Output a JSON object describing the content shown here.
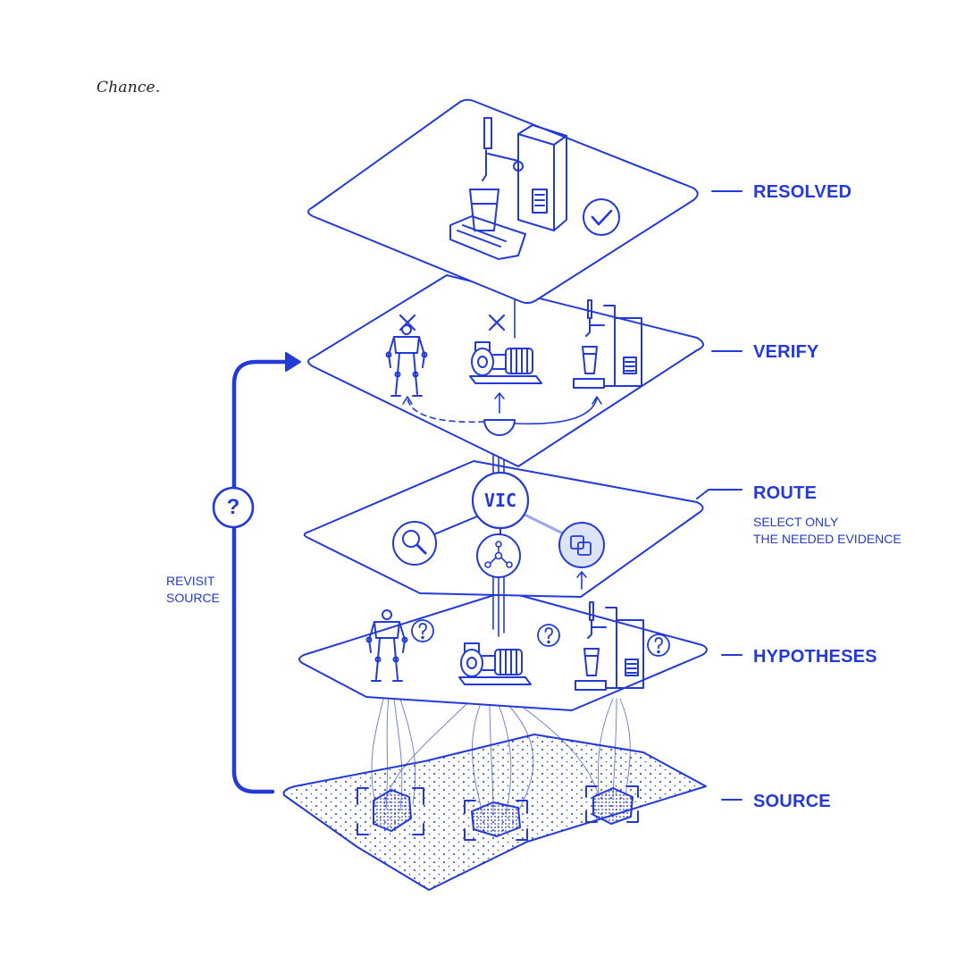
{
  "signature": "Chance.",
  "layers": {
    "resolved": "RESOLVED",
    "verify": "VERIFY",
    "route": "ROUTE",
    "hypotheses": "HYPOTHESES",
    "source": "SOURCE"
  },
  "route_note": {
    "line1": "SELECT ONLY",
    "line2": "THE NEEDED EVIDENCE"
  },
  "revisit": {
    "line1": "REVISIT",
    "line2": "SOURCE"
  },
  "symbols": {
    "question": "?",
    "router": "VIC"
  },
  "colors": {
    "stroke": "#2339d8",
    "background": "#ffffff"
  },
  "icons": [
    "robot-icon",
    "pump-icon",
    "beer-tap-icon",
    "check-icon",
    "cross-icon",
    "search-icon",
    "network-icon",
    "layers-icon",
    "question-icon"
  ]
}
